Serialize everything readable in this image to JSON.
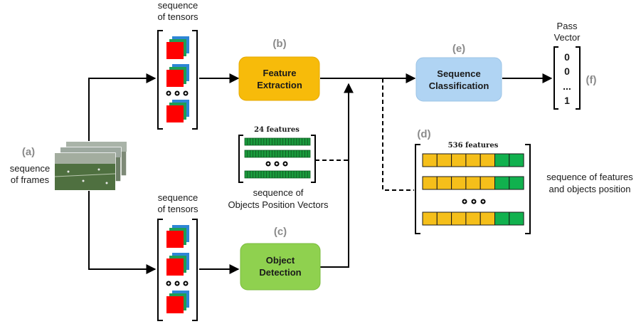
{
  "colors": {
    "feature_box": "#f7bb0a",
    "detection_box": "#8fd14f",
    "classification_box": "#b0d4f3",
    "tensor_red": "#ff0000",
    "tensor_green": "#1e9e55",
    "tensor_blue": "#2e86d6",
    "feature_cell": "#f5bf1a",
    "object_cell": "#11b14e",
    "pos_vector_green": "#1b9a3d",
    "tag_gray": "#8a8a8a",
    "line": "#000000"
  },
  "icons": {
    "frames": "video-frames-icon",
    "tensor": "tensor-stack-icon",
    "ellipsis": "three-dots-icon"
  },
  "input": {
    "tag": "(a)",
    "label_line1": "sequence",
    "label_line2": "of frames"
  },
  "tensors_top": {
    "label_line1": "sequence",
    "label_line2": "of tensors"
  },
  "tensors_bottom": {
    "label_line1": "sequence",
    "label_line2": "of tensors"
  },
  "feature_extraction": {
    "tag": "(b)",
    "line1": "Feature",
    "line2": "Extraction"
  },
  "object_detection": {
    "tag": "(c)",
    "line1": "Object",
    "line2": "Detection"
  },
  "position_vectors": {
    "count_label": "24 features",
    "caption_line1": "sequence of",
    "caption_line2": "Objects Position Vectors"
  },
  "sequence_classification": {
    "tag": "(e)",
    "line1": "Sequence",
    "line2": "Classification"
  },
  "merged_features": {
    "tag": "(d)",
    "count_label": "536 features",
    "caption_line1": "sequence of features",
    "caption_line2": "and objects position"
  },
  "output": {
    "tag": "(f)",
    "title_line1": "Pass",
    "title_line2": "Vector",
    "values": [
      "0",
      "0",
      "...",
      "1"
    ]
  }
}
